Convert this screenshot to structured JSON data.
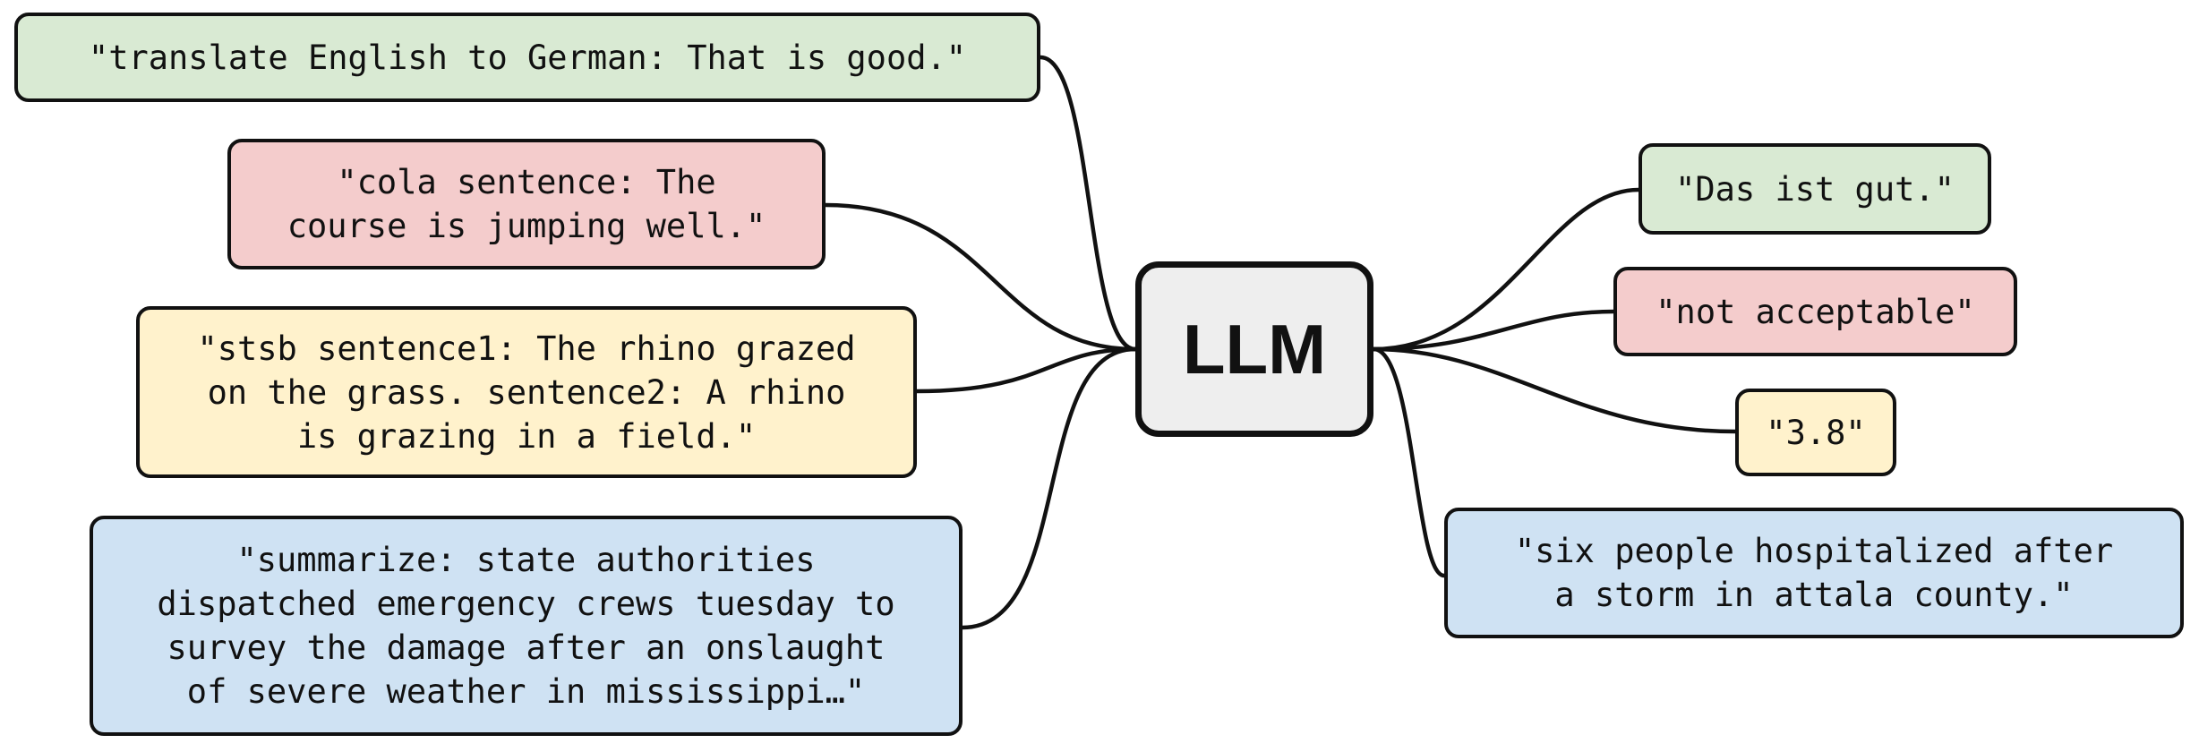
{
  "colors": {
    "green": "#d9ead3",
    "red": "#f4cccc",
    "yellow": "#fff2cc",
    "blue": "#cfe2f3",
    "hub": "#eeeeee",
    "edge": "#111111"
  },
  "hub": {
    "label": "LLM"
  },
  "inputs": [
    {
      "id": "translate",
      "color": "green",
      "text": "\"translate English to German: That is good.\""
    },
    {
      "id": "cola",
      "color": "red",
      "text": "\"cola sentence: The\ncourse is jumping well.\""
    },
    {
      "id": "stsb",
      "color": "yellow",
      "text": "\"stsb sentence1: The rhino grazed\non the grass. sentence2: A rhino\nis grazing in a field.\""
    },
    {
      "id": "summarize",
      "color": "blue",
      "text": "\"summarize: state authorities\ndispatched emergency crews tuesday to\nsurvey the damage after an onslaught\nof severe weather in mississippi…\""
    }
  ],
  "outputs": [
    {
      "id": "translate",
      "color": "green",
      "text": "\"Das ist gut.\""
    },
    {
      "id": "cola",
      "color": "red",
      "text": "\"not acceptable\""
    },
    {
      "id": "stsb",
      "color": "yellow",
      "text": "\"3.8\""
    },
    {
      "id": "summarize",
      "color": "blue",
      "text": "\"six people hospitalized after\na storm in attala county.\""
    }
  ]
}
